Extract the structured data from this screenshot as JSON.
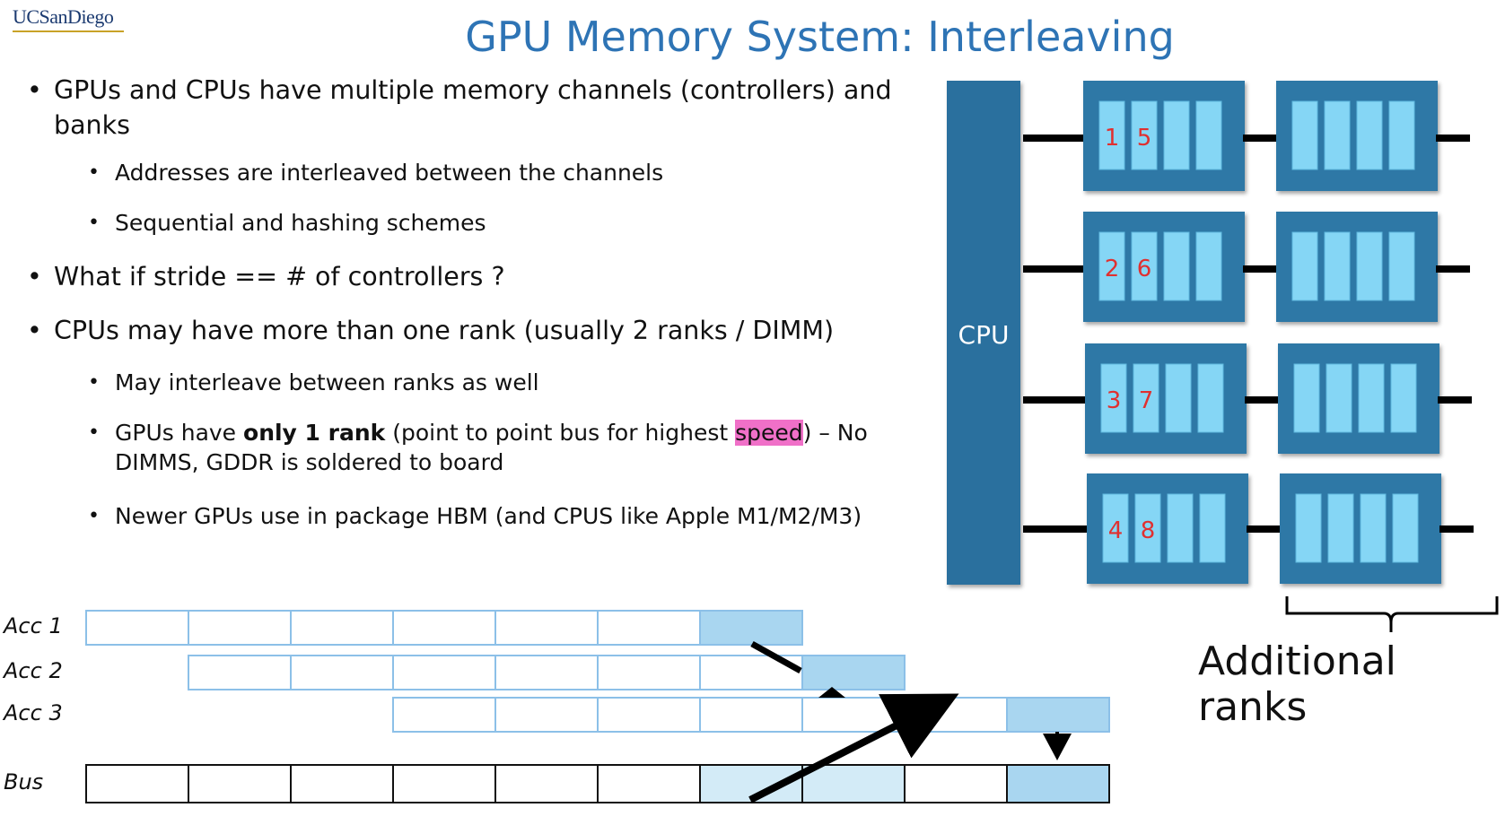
{
  "header": {
    "logo": "UCSanDiego",
    "title": "GPU Memory System: Interleaving"
  },
  "bullets": [
    {
      "level": 1,
      "text": "GPUs and CPUs have multiple memory channels (controllers) and",
      "text2": "banks"
    },
    {
      "level": 2,
      "text": "Addresses are interleaved between the channels"
    },
    {
      "level": 2,
      "text": "Sequential and hashing schemes"
    },
    {
      "level": 1,
      "text": "What if stride == # of controllers ?"
    },
    {
      "level": 1,
      "text": "CPUs may have more than one rank (usually 2 ranks / DIMM)"
    },
    {
      "level": 2,
      "text": "May interleave between ranks as well"
    },
    {
      "level": 2,
      "pre": "GPUs have ",
      "bold": "only 1 rank",
      "mid": " (point to point bus for highest ",
      "highlight": "speed",
      "post": ") – No",
      "text2": "DIMMS, GDDR is soldered to board"
    },
    {
      "level": 2,
      "text": "Newer GPUs use in package HBM (and CPUS like Apple M1/M2/M3)"
    }
  ],
  "memory_diagram": {
    "cpu_label": "CPU",
    "channel_numbers": [
      [
        "1",
        "5"
      ],
      [
        "2",
        "6"
      ],
      [
        "3",
        "7"
      ],
      [
        "4",
        "8"
      ]
    ],
    "additional_ranks_label": "Additional ranks",
    "colors": {
      "cpu": "#2a6f9e",
      "module": "#2f78a6",
      "chip": "#85d6f5",
      "number": "#e03030"
    }
  },
  "timing_diagram": {
    "row_labels": [
      "Acc 1",
      "Acc 2",
      "Acc 3",
      "Bus"
    ],
    "colors": {
      "cell_border": "#8cc0e8",
      "filled": "#a9d6f0",
      "bus_filled": "#d3ebf7"
    }
  }
}
